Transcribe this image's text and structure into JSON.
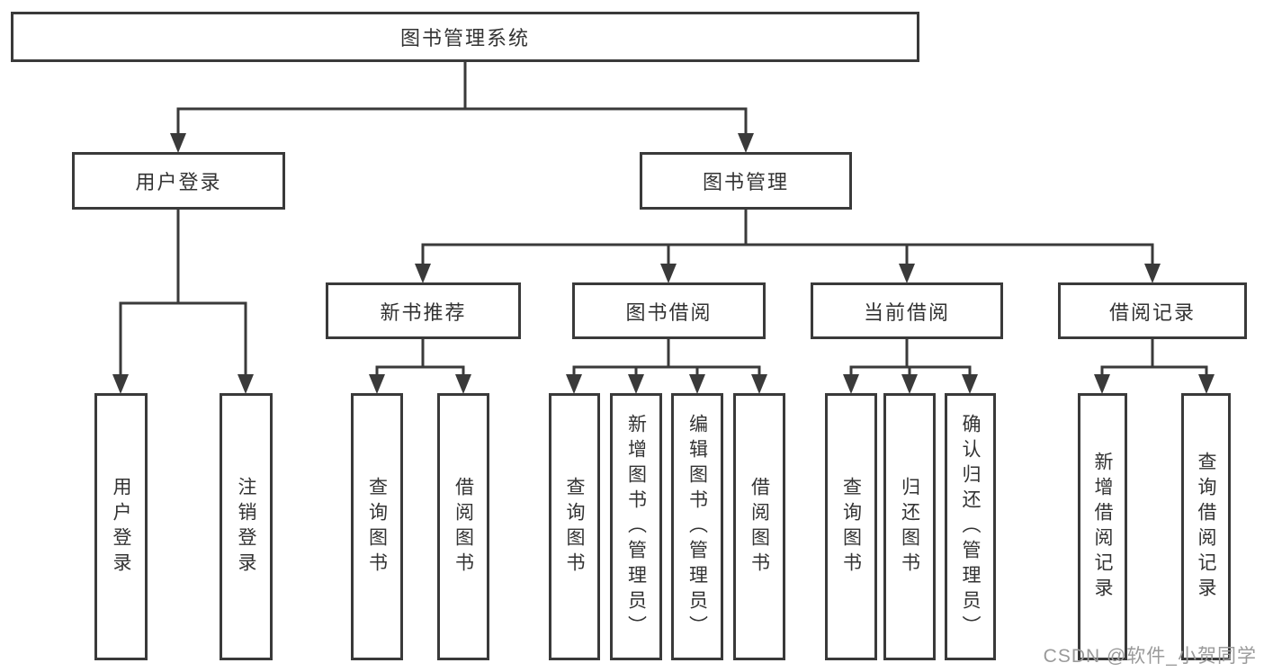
{
  "diagram": {
    "root": "图书管理系统",
    "level1": {
      "user_login": "用户登录",
      "book_mgmt": "图书管理"
    },
    "level2": {
      "new_book": "新书推荐",
      "book_borrow": "图书借阅",
      "current_borrow": "当前借阅",
      "borrow_record": "借阅记录"
    },
    "leaves": {
      "user_login": "用户登录",
      "logout": "注销登录",
      "nb_query": "查询图书",
      "nb_borrow": "借阅图书",
      "bb_query": "查询图书",
      "bb_add": "新增图书（管理员）",
      "bb_edit": "编辑图书（管理员）",
      "bb_borrow": "借阅图书",
      "cb_query": "查询图书",
      "cb_return": "归还图书",
      "cb_confirm": "确认归还（管理员）",
      "br_add": "新增借阅记录",
      "br_query": "查询借阅记录"
    },
    "watermark": "CSDN @软件_小贺同学",
    "colors": {
      "line": "#3a3a3a",
      "box_border": "#3a3a3a",
      "text": "#333333",
      "watermark": "#9a9a9a",
      "background": "#ffffff"
    }
  }
}
